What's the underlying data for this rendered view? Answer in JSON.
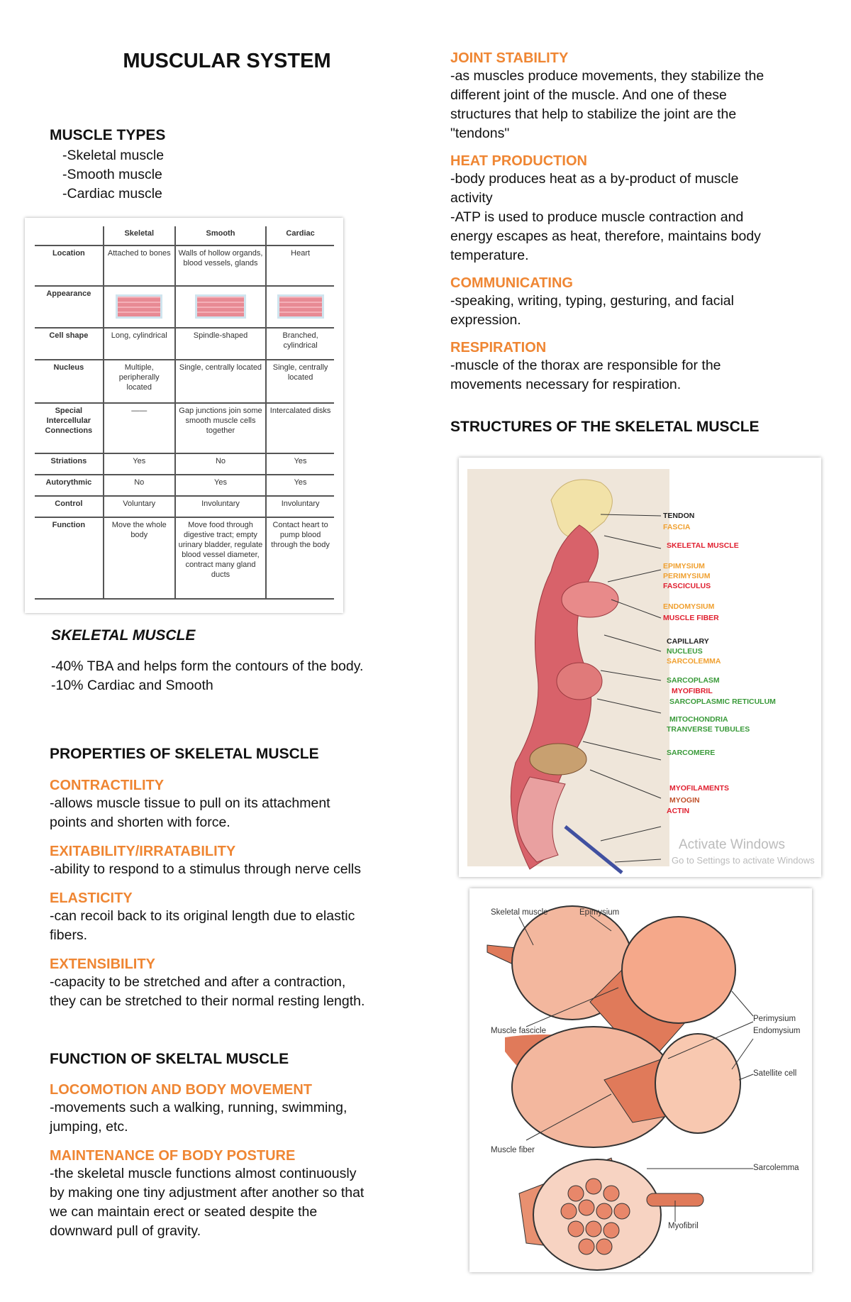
{
  "title": "MUSCULAR SYSTEM",
  "muscle_types": {
    "heading": "MUSCLE TYPES",
    "items": [
      "-Skeletal muscle",
      "-Smooth muscle",
      "-Cardiac muscle"
    ]
  },
  "table": {
    "headers": [
      "",
      "Skeletal",
      "Smooth",
      "Cardiac"
    ],
    "rows": [
      [
        "Location",
        "Attached to bones",
        "Walls of hollow organds, blood vessels, glands",
        "Heart"
      ],
      [
        "Appearance",
        "",
        "",
        ""
      ],
      [
        "Cell shape",
        "Long, cylindrical",
        "Spindle-shaped",
        "Branched, cylindrical"
      ],
      [
        "Nucleus",
        "Multiple, peripherally located",
        "Single, centrally located",
        "Single, centrally located"
      ],
      [
        "Special Intercellular Connections",
        "——",
        "Gap junctions join some smooth muscle cells together",
        "Intercalated disks"
      ],
      [
        "Striations",
        "Yes",
        "No",
        "Yes"
      ],
      [
        "Autorythmic",
        "No",
        "Yes",
        "Yes"
      ],
      [
        "Control",
        "Voluntary",
        "Involuntary",
        "Involuntary"
      ],
      [
        "Function",
        "Move the whole body",
        "Move food through digestive tract; empty urinary bladder, regulate blood vessel diameter, contract many gland ducts",
        "Contact heart to pump blood through the body"
      ]
    ]
  },
  "skeletal_muscle": {
    "heading": "SKELETAL MUSCLE",
    "lines": [
      "-40% TBA and helps form the contours of the body.",
      "-10% Cardiac and Smooth"
    ]
  },
  "properties": {
    "heading": "PROPERTIES OF SKELETAL MUSCLE",
    "items": [
      {
        "title": "CONTRACTILITY",
        "lines": [
          "-allows muscle tissue to pull on its attachment",
          "points and shorten with force."
        ]
      },
      {
        "title": "EXITABILITY/IRRATABILITY",
        "lines": [
          "-ability to respond to a stimulus through nerve cells"
        ]
      },
      {
        "title": "ELASTICITY",
        "lines": [
          "-can recoil back to its original length due to elastic",
          "fibers."
        ]
      },
      {
        "title": "EXTENSIBILITY",
        "lines": [
          "-capacity to be stretched and after a contraction,",
          "they can be stretched to their normal resting length."
        ]
      }
    ]
  },
  "functions": {
    "heading": "FUNCTION OF SKELTAL MUSCLE",
    "items": [
      {
        "title": "LOCOMOTION AND BODY MOVEMENT",
        "lines": [
          "-movements such a walking, running, swimming,",
          "jumping, etc."
        ]
      },
      {
        "title": "MAINTENANCE OF BODY POSTURE",
        "lines": [
          "-the skeletal muscle functions almost continuously",
          "by making one tiny adjustment after another so that",
          "we can maintain erect or seated despite the",
          "downward pull of gravity."
        ]
      }
    ]
  },
  "right": {
    "items": [
      {
        "title": "JOINT STABILITY",
        "lines": [
          "-as muscles produce movements, they stabilize the",
          "different joint of the muscle. And one of these",
          "structures that help to stabilize the joint are the",
          "\"tendons\""
        ]
      },
      {
        "title": "HEAT PRODUCTION",
        "lines": [
          "-body produces heat as a by-product of muscle",
          "activity",
          "-ATP is used to produce muscle contraction and",
          "energy escapes as heat, therefore, maintains body",
          "temperature."
        ]
      },
      {
        "title": "COMMUNICATING",
        "lines": [
          "-speaking, writing, typing, gesturing, and facial",
          "expression."
        ]
      },
      {
        "title": "RESPIRATION",
        "lines": [
          "-muscle of the thorax are responsible for the",
          "movements necessary for respiration."
        ]
      }
    ]
  },
  "structures_heading": "STRUCTURES OF THE SKELETAL MUSCLE",
  "diagram1_labels": [
    {
      "text": "TENDON",
      "color": "#222222"
    },
    {
      "text": "FASCIA",
      "color": "#f0a030"
    },
    {
      "text": "SKELETAL MUSCLE",
      "color": "#e02030"
    },
    {
      "text": "EPIMYSIUM",
      "color": "#f0a030"
    },
    {
      "text": "PERIMYSIUM",
      "color": "#f0a030"
    },
    {
      "text": "FASCICULUS",
      "color": "#e02030"
    },
    {
      "text": "ENDOMYSIUM",
      "color": "#f0a030"
    },
    {
      "text": "MUSCLE FIBER",
      "color": "#e02030"
    },
    {
      "text": "CAPILLARY",
      "color": "#222222"
    },
    {
      "text": "NUCLEUS",
      "color": "#3a9a3a"
    },
    {
      "text": "SARCOLEMMA",
      "color": "#f0a030"
    },
    {
      "text": "SARCOPLASM",
      "color": "#3a9a3a"
    },
    {
      "text": "MYOFIBRIL",
      "color": "#e02030"
    },
    {
      "text": "SARCOPLASMIC RETICULUM",
      "color": "#3a9a3a"
    },
    {
      "text": "MITOCHONDRIA",
      "color": "#3a9a3a"
    },
    {
      "text": "TRANVERSE TUBULES",
      "color": "#3a9a3a"
    },
    {
      "text": "SARCOMERE",
      "color": "#3a9a3a"
    },
    {
      "text": "MYOFILAMENTS",
      "color": "#e02030"
    },
    {
      "text": "MYOGIN",
      "color": "#c0502a"
    },
    {
      "text": "ACTIN",
      "color": "#e02030"
    }
  ],
  "diagram2_labels": [
    "Skeletal muscle",
    "Epimysium",
    "Muscle fascicle",
    "Perimysium",
    "Endomysium",
    "Satellite cell",
    "Muscle fiber",
    "Sarcolemma",
    "Myofibril"
  ],
  "watermarks": [
    "Activate Windows",
    "Go to Settings to activate Windows"
  ],
  "colors": {
    "accent": "#ef8633",
    "text": "#111111"
  }
}
